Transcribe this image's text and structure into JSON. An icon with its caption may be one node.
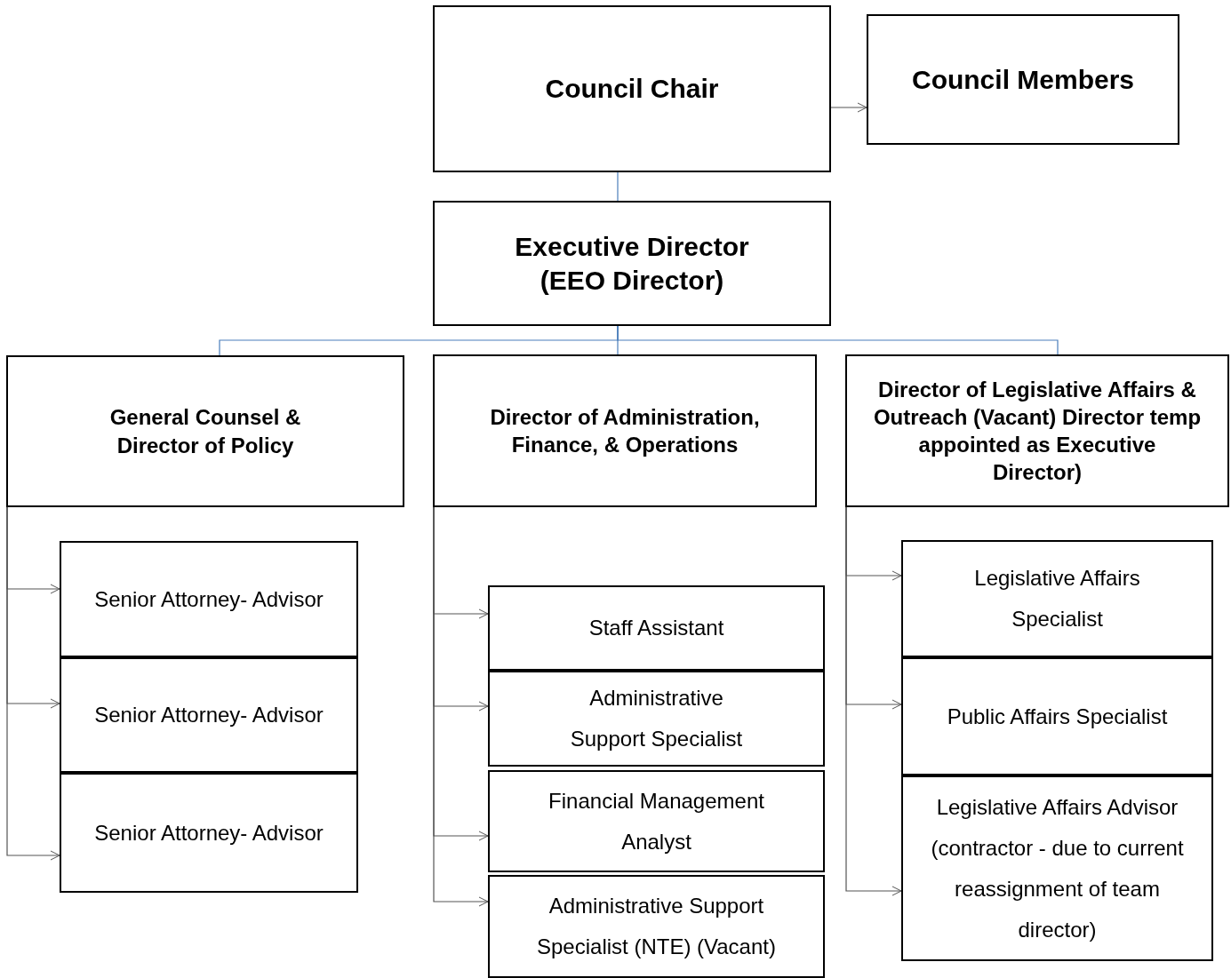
{
  "diagram": {
    "nodes": [
      {
        "text": [
          "Council Chair"
        ]
      },
      {
        "text": [
          "Council Members"
        ]
      },
      {
        "text": [
          "Executive Director (EEO Director)"
        ]
      },
      {
        "text": [
          "General Counsel & Director of Policy"
        ]
      },
      {
        "text": [
          "Director of Administration, Finance, & Operations"
        ]
      },
      {
        "text": [
          "Director of Legislative Affairs & Outreach (Vacant) Director temp appointed as Executive Director)"
        ]
      },
      {
        "text": [
          "Senior Attorney- Advisor"
        ]
      },
      {
        "text": [
          "Senior Attorney- Advisor"
        ]
      },
      {
        "text": [
          "Senior Attorney- Advisor"
        ]
      },
      {
        "text": [
          "Staff Assistant"
        ]
      },
      {
        "text": [
          "Administrative Support Specialist"
        ]
      },
      {
        "text": [
          "Financial Management Analyst"
        ]
      },
      {
        "text": [
          "Administrative Support Specialist (NTE) (Vacant)"
        ]
      },
      {
        "text": [
          "Legislative Affairs Specialist"
        ]
      },
      {
        "text": [
          "Public Affairs Specialist"
        ]
      },
      {
        "text": [
          "Legislative Affairs Advisor (contractor - due to current reassignment of team director)"
        ]
      }
    ],
    "edges": [
      {
        "from": 0,
        "to": 1,
        "arrow": "to"
      },
      {
        "from": 0,
        "to": 2,
        "arrow": "none",
        "color": "#4a7ebb"
      },
      {
        "from": 2,
        "to": 3,
        "arrow": "none",
        "color": "#4a7ebb"
      },
      {
        "from": 2,
        "to": 4,
        "arrow": "none",
        "color": "#4a7ebb"
      },
      {
        "from": 2,
        "to": 5,
        "arrow": "none",
        "color": "#4a7ebb"
      },
      {
        "from": 3,
        "to": 6,
        "arrow": "to"
      },
      {
        "from": 3,
        "to": 7,
        "arrow": "to"
      },
      {
        "from": 3,
        "to": 8,
        "arrow": "to"
      },
      {
        "from": 4,
        "to": 9,
        "arrow": "to"
      },
      {
        "from": 4,
        "to": 10,
        "arrow": "to"
      },
      {
        "from": 4,
        "to": 11,
        "arrow": "to"
      },
      {
        "from": 4,
        "to": 12,
        "arrow": "to"
      },
      {
        "from": 5,
        "to": 13,
        "arrow": "to"
      },
      {
        "from": 5,
        "to": 14,
        "arrow": "to"
      },
      {
        "from": 5,
        "to": 15,
        "arrow": "to"
      }
    ]
  }
}
